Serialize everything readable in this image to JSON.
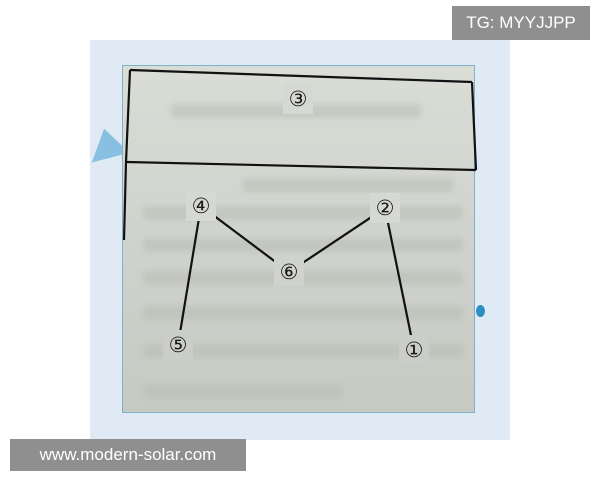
{
  "watermarks": {
    "top_right": "TG: MYYJJPP",
    "bottom_left": "www.modern-solar.com"
  },
  "diagram": {
    "nodes": [
      {
        "id": "3",
        "label": "③"
      },
      {
        "id": "4",
        "label": "④"
      },
      {
        "id": "2",
        "label": "②"
      },
      {
        "id": "6",
        "label": "⑥"
      },
      {
        "id": "5",
        "label": "⑤"
      },
      {
        "id": "1",
        "label": "①"
      }
    ],
    "edges": [
      {
        "from": "4",
        "to": "6"
      },
      {
        "from": "6",
        "to": "2"
      },
      {
        "from": "4",
        "to": "5"
      },
      {
        "from": "2",
        "to": "1"
      }
    ]
  },
  "colors": {
    "frame_background": "#dfeaf5",
    "photo_border": "#7fb1c8",
    "line": "#111111",
    "watermark_background": "#8f8f8f",
    "accent_icon": "#7fbbe0"
  }
}
